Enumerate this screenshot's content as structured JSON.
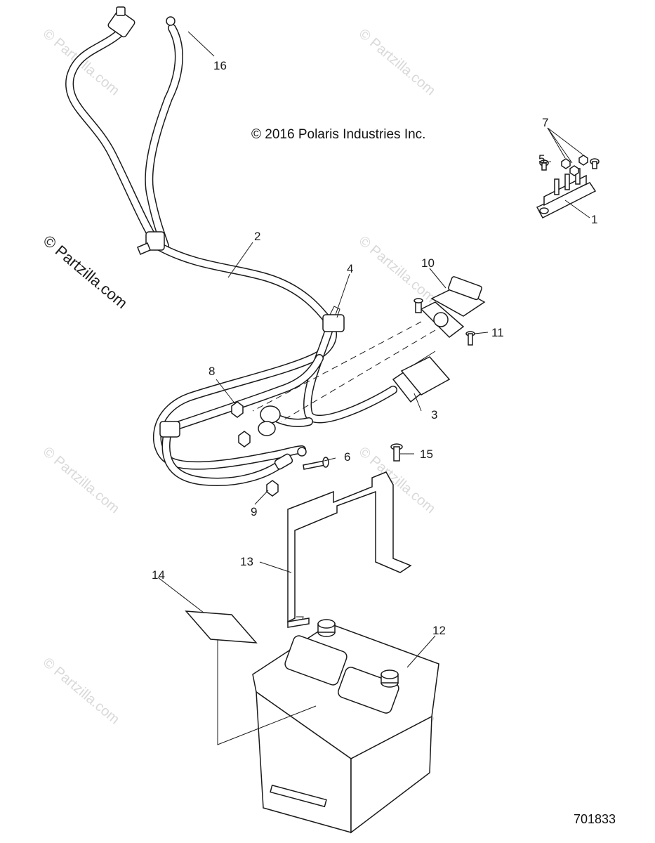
{
  "copyright": "© 2016 Polaris Industries Inc.",
  "drawing_number": "701833",
  "watermark": "© Partzilla.com",
  "callouts": [
    {
      "id": "1",
      "label": "1"
    },
    {
      "id": "2",
      "label": "2"
    },
    {
      "id": "3",
      "label": "3"
    },
    {
      "id": "4",
      "label": "4"
    },
    {
      "id": "5",
      "label": "5"
    },
    {
      "id": "6",
      "label": "6"
    },
    {
      "id": "7",
      "label": "7"
    },
    {
      "id": "8",
      "label": "8"
    },
    {
      "id": "9",
      "label": "9"
    },
    {
      "id": "10",
      "label": "10"
    },
    {
      "id": "11",
      "label": "11"
    },
    {
      "id": "12",
      "label": "12"
    },
    {
      "id": "13",
      "label": "13"
    },
    {
      "id": "14",
      "label": "14"
    },
    {
      "id": "15",
      "label": "15"
    },
    {
      "id": "16",
      "label": "16"
    }
  ]
}
